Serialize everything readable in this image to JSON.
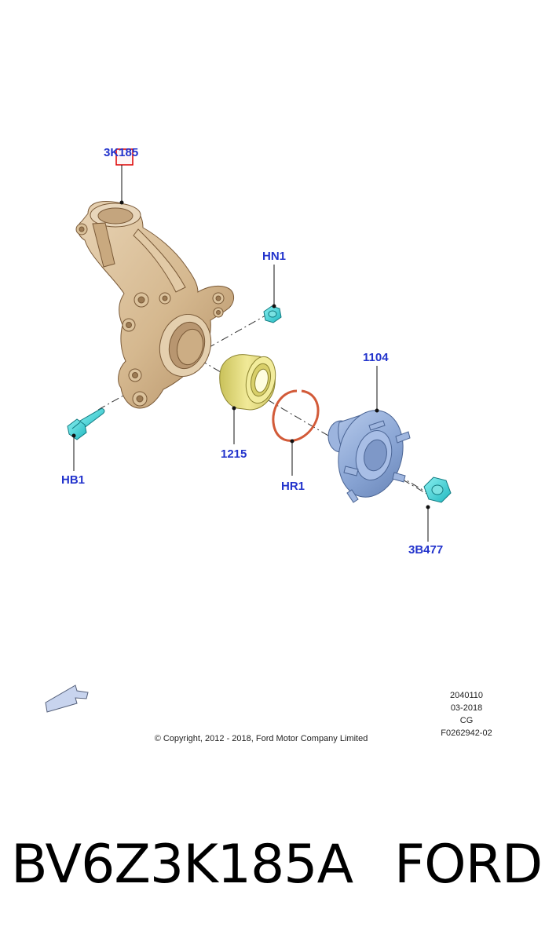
{
  "callouts": {
    "knuckle": "3K185",
    "hub_nut_upper": "HN1",
    "bolt": "HB1",
    "bearing": "1215",
    "snap_ring": "HR1",
    "hub": "1104",
    "hub_nut": "3B477"
  },
  "meta": {
    "code": "2040110",
    "date": "03-2018",
    "initials": "CG",
    "figure": "F0262942-02"
  },
  "copyright": "© Copyright, 2012 - 2018, Ford Motor Company Limited",
  "caption": {
    "part_number": "BV6Z3K185A",
    "brand": "FORD"
  },
  "colors": {
    "callout_text": "#2233cc",
    "knuckle": "#d8bd96",
    "bearing": "#e6df7a",
    "snap_ring": "#e07050",
    "hub": "#8aa6d6",
    "fastener": "#40d8d8",
    "highlight_box": "#dd0000"
  }
}
